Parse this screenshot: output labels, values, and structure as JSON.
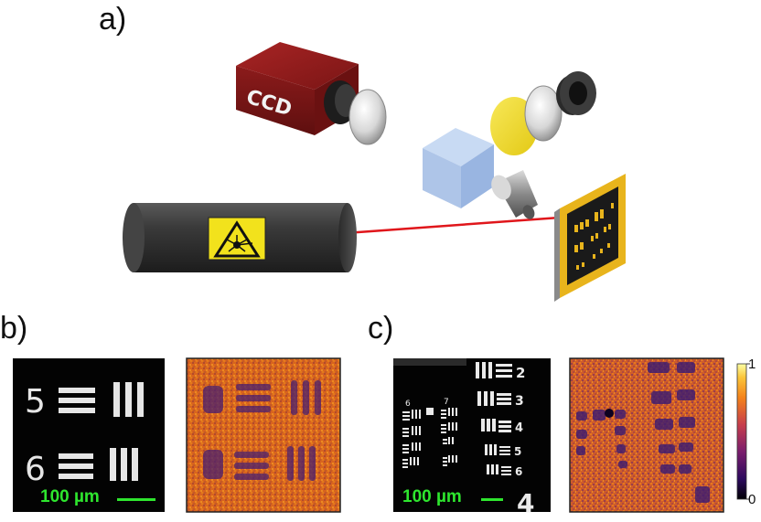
{
  "panels": {
    "a": "a)",
    "b": "b)",
    "c": "c)"
  },
  "camera": {
    "label": "CCD"
  },
  "scale_bars": {
    "b": "100 µm",
    "c": "100 µm"
  },
  "target_b": {
    "digits": [
      "5",
      "6"
    ]
  },
  "target_c": {
    "group_small": [
      "6",
      "7"
    ],
    "element_numbers": [
      "2",
      "3",
      "4",
      "5",
      "6"
    ],
    "corner_digit": "4"
  },
  "colorbar": {
    "max": "1",
    "min": "0"
  },
  "colors": {
    "camera": "#8b1a1a",
    "laser_body": "#2f2f2f",
    "laser_beam": "#e0161b",
    "warning_sign": "#f2e21c",
    "filter": "#f2dc1f",
    "cube": "#aac4ea",
    "sample_frame": "#e8b41c",
    "scale_bar": "#2ee62e",
    "colormap_low": "#0d0221",
    "colormap_mid": "#e06a18",
    "colormap_high": "#fcffa4"
  }
}
